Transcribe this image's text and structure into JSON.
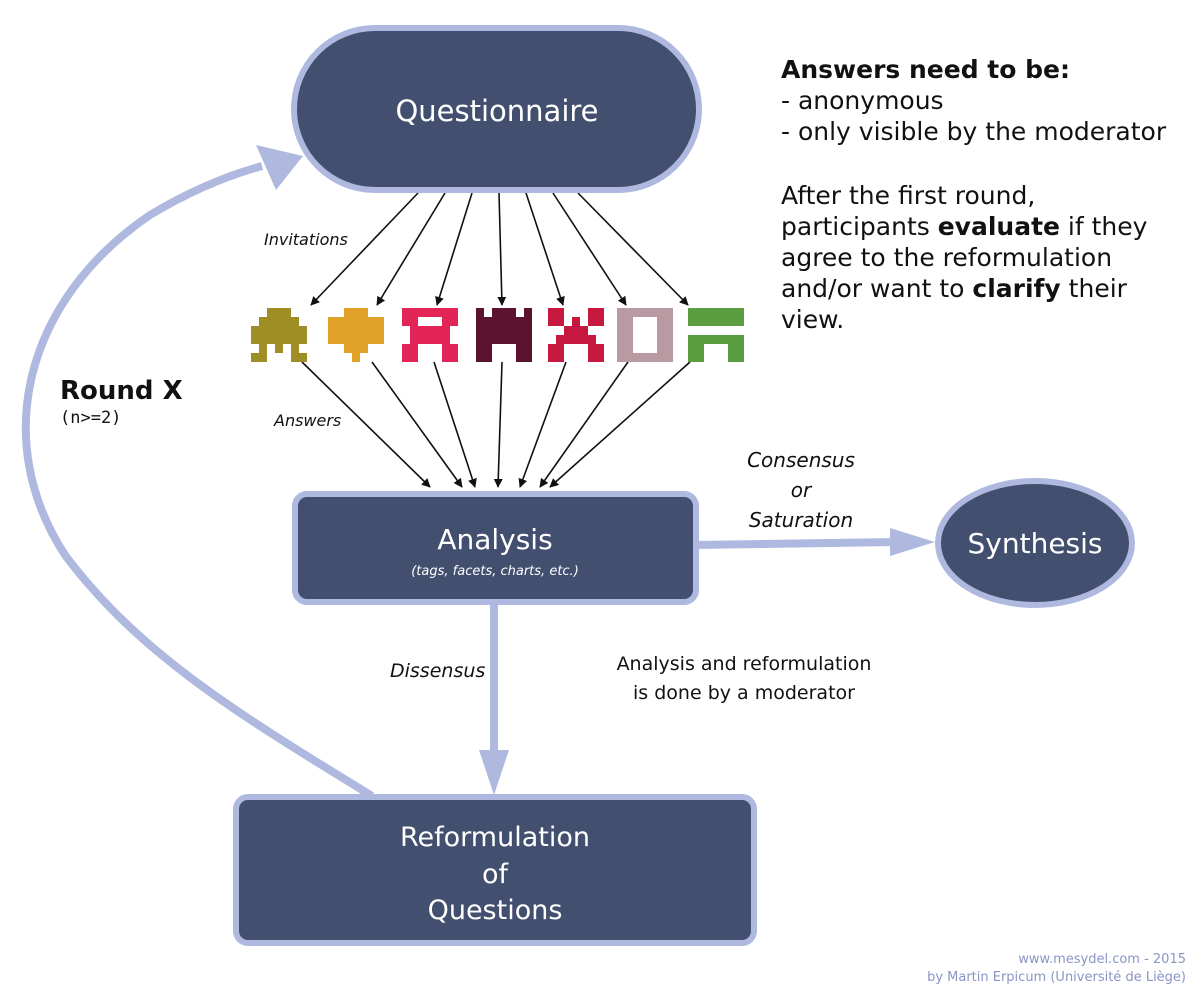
{
  "nodes": {
    "questionnaire": "Questionnaire",
    "analysis": "Analysis",
    "analysis_sub": "(tags, facets, charts, etc.)",
    "synthesis": "Synthesis",
    "reformulation": [
      "Reformulation",
      "of",
      "Questions"
    ]
  },
  "edge_labels": {
    "invitations": "Invitations",
    "answers": "Answers",
    "consensus": [
      "Consensus",
      "or",
      "Saturation"
    ],
    "dissensus": "Dissensus",
    "moderator_note": [
      "Analysis and reformulation",
      "is done by a moderator"
    ]
  },
  "round": {
    "title": "Round X",
    "subtitle": "(n>=2)"
  },
  "notes": {
    "heading": "Answers need to be:",
    "items": [
      "- anonymous",
      "- only visible by the moderator"
    ],
    "p2_before": "After the first round, participants ",
    "p2_bold1": "evaluate",
    "p2_mid": " if they agree to the reformulation and/or want to ",
    "p2_bold2": "clarify",
    "p2_after": " their view."
  },
  "credit": [
    "www.mesydel.com - 2015",
    "by Martin Erpicum (Université de Liège)"
  ],
  "participants": [
    {
      "color": "#9e8e23",
      "icon": "invader-1-icon"
    },
    {
      "color": "#e2a227",
      "icon": "invader-2-icon"
    },
    {
      "color": "#e32457",
      "icon": "invader-3-icon"
    },
    {
      "color": "#5c1330",
      "icon": "invader-4-icon"
    },
    {
      "color": "#c6173f",
      "icon": "invader-5-icon"
    },
    {
      "color": "#b99aa3",
      "icon": "invader-6-icon"
    },
    {
      "color": "#5b9e42",
      "icon": "invader-7-icon"
    }
  ],
  "colors": {
    "node_fill": "#424f6f",
    "node_stroke": "#afb9df",
    "flow": "#afb9df",
    "arrow": "#111111"
  }
}
